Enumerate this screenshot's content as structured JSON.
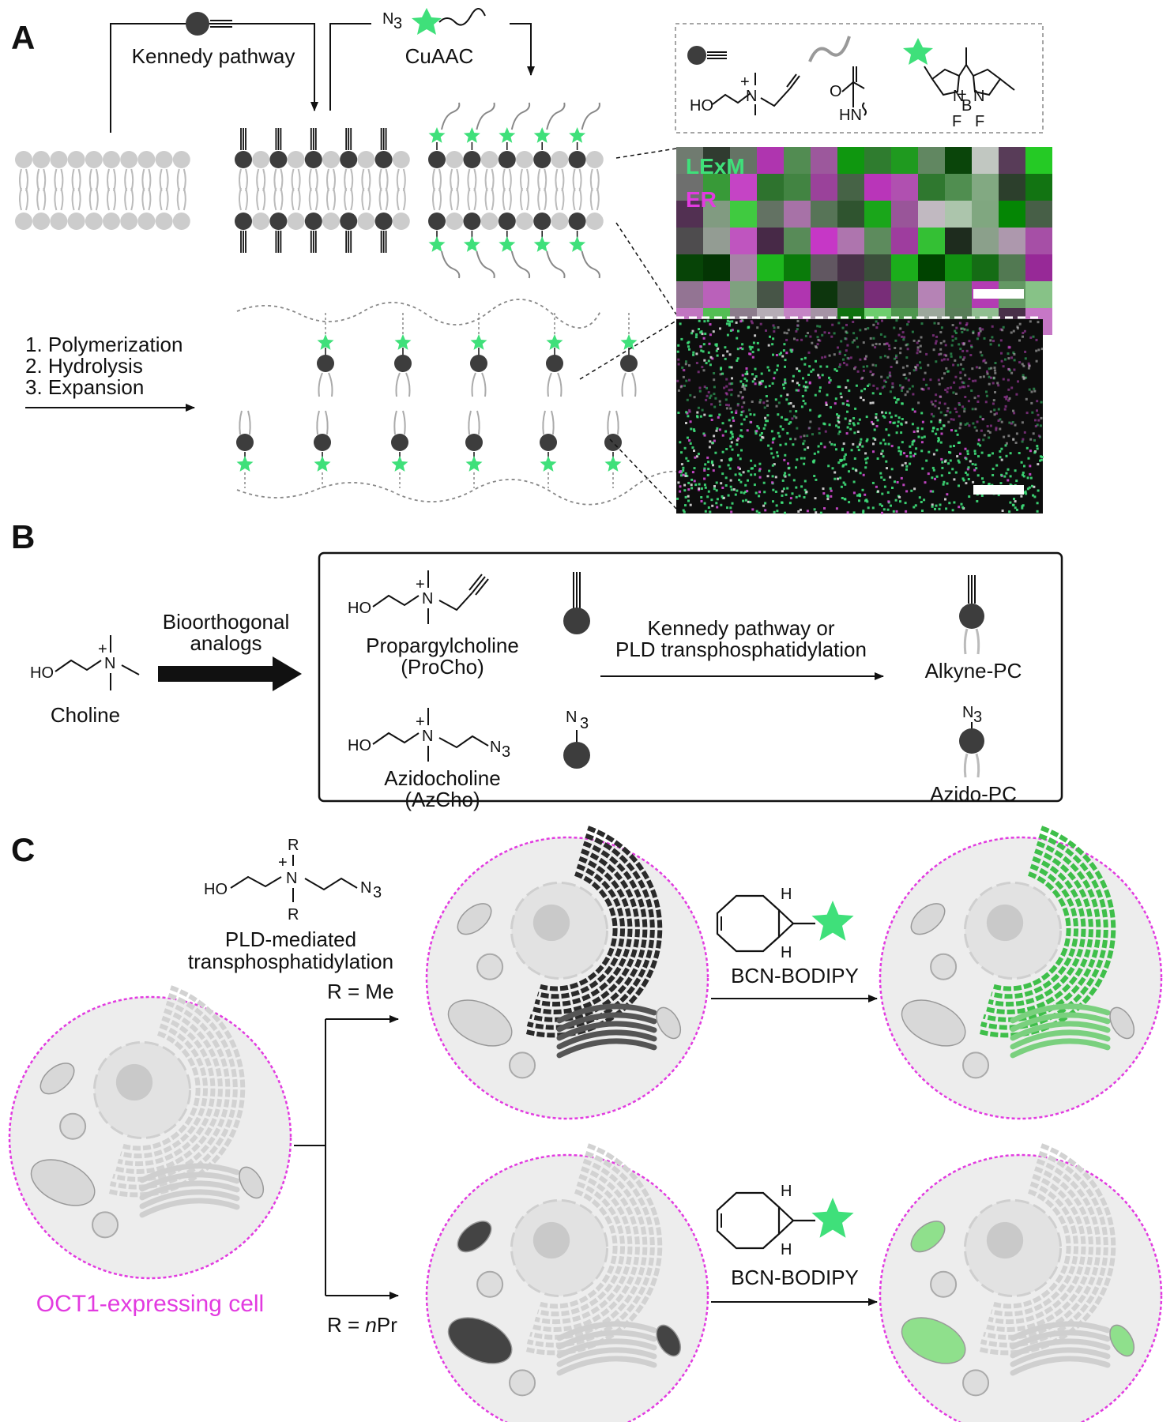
{
  "panels": {
    "a": "A",
    "b": "B",
    "c": "C"
  },
  "panel_a": {
    "kennedy": "Kennedy pathway",
    "cuaac": "CuAAC",
    "n3": "N",
    "n3_sub": "3",
    "steps": [
      "1. Polymerization",
      "2. Hydrolysis",
      "3. Expansion"
    ],
    "micrograph_labels": {
      "lexm": "LExM",
      "er": "ER"
    },
    "legend_atoms": {
      "ho": "HO",
      "n": "N",
      "plus": "+",
      "o": "O",
      "hn": "HN",
      "b": "B",
      "f1": "F",
      "f2": "F",
      "minus": "−"
    }
  },
  "panel_b": {
    "choline": "Choline",
    "analogs_arrow": [
      "Bioorthogonal",
      "analogs"
    ],
    "procho": [
      "Propargylcholine",
      "(ProCho)"
    ],
    "azcho": [
      "Azidocholine",
      "(AzCho)"
    ],
    "reaction": [
      "Kennedy pathway or",
      "PLD transphosphatidylation"
    ],
    "alkyne_pc": "Alkyne-PC",
    "azido_pc": "Azido-PC",
    "atoms": {
      "ho": "HO",
      "n": "N",
      "plus": "+",
      "n3": "N",
      "sub3": "3"
    }
  },
  "panel_c": {
    "reagent_label": [
      "PLD-mediated",
      "transphosphatidylation"
    ],
    "atoms": {
      "ho": "HO",
      "n": "N",
      "plus": "+",
      "r1": "R",
      "r2": "R",
      "n3": "N",
      "sub3": "3",
      "h": "H"
    },
    "cond_me": "R = Me",
    "cond_npr_pre": "R = ",
    "cond_npr_it": "n",
    "cond_npr_post": "Pr",
    "bcn": "BCN-BODIPY",
    "cell_label": "OCT1-expressing cell"
  },
  "colors": {
    "green": "#3fe07a",
    "magenta": "#e23be0",
    "lipid_gray": "#cccccc",
    "headgroup_dark": "#3d3d3d",
    "cell_fill": "#ededed",
    "er_dark": "#2a2a2a",
    "er_green": "#3fbf4a"
  },
  "icons": [
    "alkyne-headgroup-icon",
    "azide-headgroup-icon",
    "bodipy-star-icon",
    "cell-icon"
  ]
}
